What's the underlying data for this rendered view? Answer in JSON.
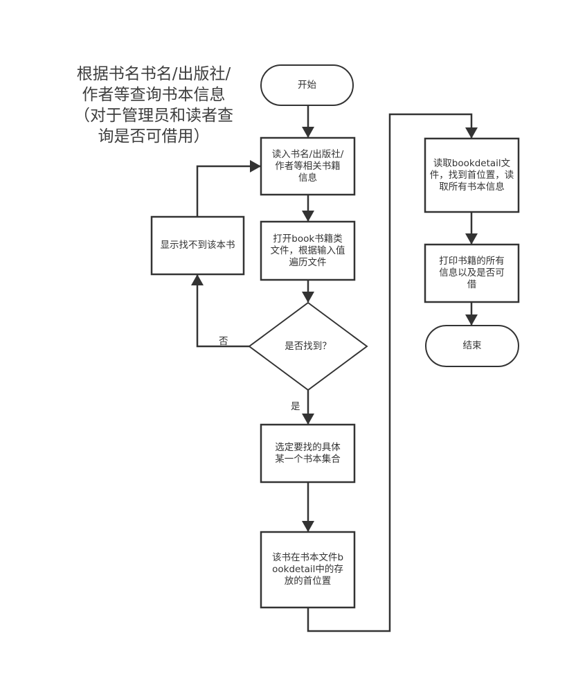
{
  "diagram": {
    "type": "flowchart",
    "note": [
      "根据书名书名/出版社/",
      "作者等查询书本信息",
      "（对于管理员和读者查",
      "询是否可借用）"
    ],
    "colors": {
      "stroke": "#333333",
      "text": "#333333",
      "fill": "#ffffff",
      "background": "#ffffff"
    },
    "nodes": {
      "start": {
        "shape": "terminal",
        "label": "开始"
      },
      "read_input": {
        "shape": "process",
        "label": "读入书名/出版社/作者等相关书籍信息"
      },
      "open_file": {
        "shape": "process",
        "label": "打开book书籍类文件，根据输入值遍历文件"
      },
      "found_decision": {
        "shape": "decision",
        "label": "是否找到？"
      },
      "not_found": {
        "shape": "process",
        "label": "显示找不到该本书"
      },
      "select_set": {
        "shape": "process",
        "label": "选定要找的具体某一个书本集合"
      },
      "first_position": {
        "shape": "process",
        "label": "该书在书本文件bookdetail中的存放的首位置"
      },
      "read_detail": {
        "shape": "process",
        "label": "读取bookdetail文件，找到首位置，读取所有书本信息"
      },
      "print_info": {
        "shape": "process",
        "label": "打印书籍的所有信息以及是否可借"
      },
      "end": {
        "shape": "terminal",
        "label": "结束"
      }
    },
    "edges": [
      {
        "from": "start",
        "to": "read_input",
        "label": ""
      },
      {
        "from": "read_input",
        "to": "open_file",
        "label": ""
      },
      {
        "from": "open_file",
        "to": "found_decision",
        "label": ""
      },
      {
        "from": "found_decision",
        "to": "not_found",
        "label": "否"
      },
      {
        "from": "not_found",
        "to": "read_input",
        "label": ""
      },
      {
        "from": "found_decision",
        "to": "select_set",
        "label": "是"
      },
      {
        "from": "select_set",
        "to": "first_position",
        "label": ""
      },
      {
        "from": "first_position",
        "to": "read_detail",
        "label": ""
      },
      {
        "from": "read_detail",
        "to": "print_info",
        "label": ""
      },
      {
        "from": "print_info",
        "to": "end",
        "label": ""
      }
    ]
  }
}
